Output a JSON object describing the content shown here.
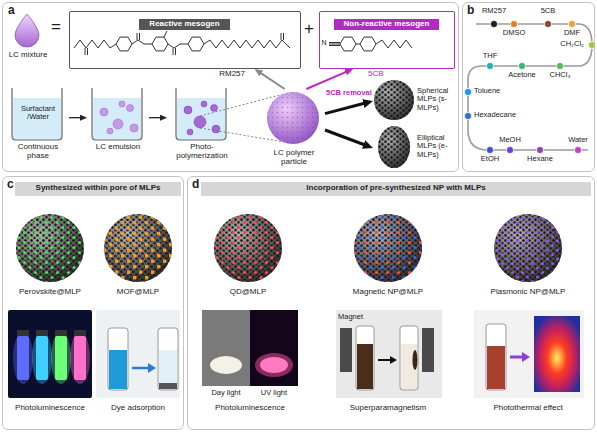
{
  "diagram": {
    "nodes": [
      {
        "text": [
          "a"
        ]
      },
      {
        "text": [
          "LC mixture"
        ],
        "in": 0
      },
      {
        "text": [
          "Reactive mesogen"
        ],
        "in": 0
      },
      {
        "text": [
          "Non-reactive mesogen"
        ],
        "in": 0
      },
      {
        "text": [
          "Surfactant /Water",
          "Continuous phase"
        ],
        "in": 0
      },
      {
        "text": [
          "LC emulsion"
        ],
        "in": 0
      },
      {
        "text": [
          "Photo- polymerization"
        ],
        "in": 0
      },
      {
        "text": [
          "LC polymer particle"
        ],
        "in": 0
      },
      {
        "text": [
          "Spherical MLPs (s-MLPs)"
        ],
        "in": 0
      },
      {
        "text": [
          "Elliptical MLPs (e-MLPs)"
        ],
        "in": 0
      },
      {
        "text": [
          "b"
        ]
      },
      {
        "text": [
          "c"
        ]
      },
      {
        "text": [
          "Synthesized within pore of MLPs"
        ],
        "in": 11
      },
      {
        "text": [
          "d"
        ]
      },
      {
        "text": [
          "Incorporation of pre-synthesized NP with MLPs"
        ],
        "in": 13
      }
    ],
    "edges": [
      {
        "from": 4,
        "to": 5,
        "arrow": "to"
      },
      {
        "from": 5,
        "to": 6,
        "arrow": "to"
      },
      {
        "from": 7,
        "to": 2,
        "arrow": "to"
      },
      {
        "from": 7,
        "to": 3,
        "arrow": "to"
      },
      {
        "from": 7,
        "to": 8,
        "label": "5CB removal",
        "arrow": "to"
      },
      {
        "from": 7,
        "to": 9,
        "arrow": "to"
      }
    ],
    "labels": [
      "=",
      "+",
      "N",
      "RM257",
      "5CB",
      "RM257",
      "DMSO",
      "5CB",
      "DMF",
      "CH₂Cl₂",
      "CHCl₃",
      "Acetone",
      "THF",
      "Toluene",
      "Hexadecane",
      "EtOH",
      "MeOH",
      "Hexane",
      "Water",
      "Perovskite@MLP",
      "MOF@MLP",
      "Photoluminescence",
      "Dye adsorption",
      "QD@MLP",
      "Magnetic NP@MLP",
      "Plasmonic NP@MLP",
      "Day light",
      "UV light",
      "Magnet",
      "Photoluminescence",
      "Superparamagnetism",
      "Photothermal effect"
    ]
  }
}
